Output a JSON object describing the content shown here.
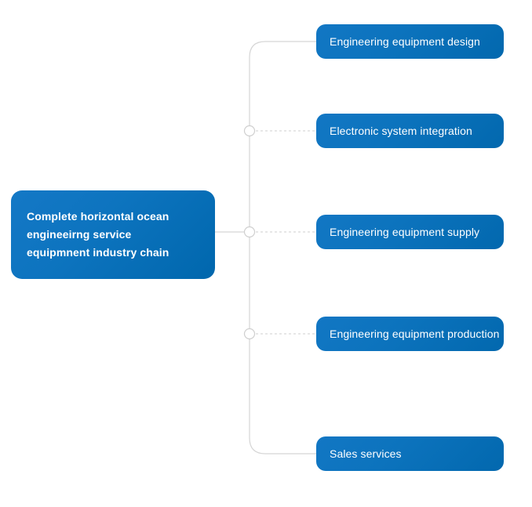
{
  "diagram": {
    "type": "mind-map",
    "orientation": "left-to-right",
    "background_color": "#ffffff",
    "node_fill_start": "#1277c4",
    "node_fill_end": "#0268ae",
    "node_text_color": "#ffffff",
    "connector_color": "#d5d5d5",
    "connector_node_fill": "#ffffff",
    "root": {
      "label": "Complete horizontal ocean engineeirng service equipmnent industry chain",
      "lines": [
        "Complete horizontal ocean",
        "engineeirng service",
        "equipmnent industry chain"
      ]
    },
    "branches": [
      {
        "label": "Engineering equipment design",
        "connector": "elbow-curve",
        "has_junction_dot": false
      },
      {
        "label": "Electronic system integration",
        "connector": "dashed",
        "has_junction_dot": true
      },
      {
        "label": "Engineering equipment supply",
        "connector": "dashed",
        "has_junction_dot": true
      },
      {
        "label": "Engineering equipment production",
        "connector": "dashed",
        "has_junction_dot": true
      },
      {
        "label": "Sales services",
        "connector": "elbow-curve",
        "has_junction_dot": false
      }
    ]
  }
}
